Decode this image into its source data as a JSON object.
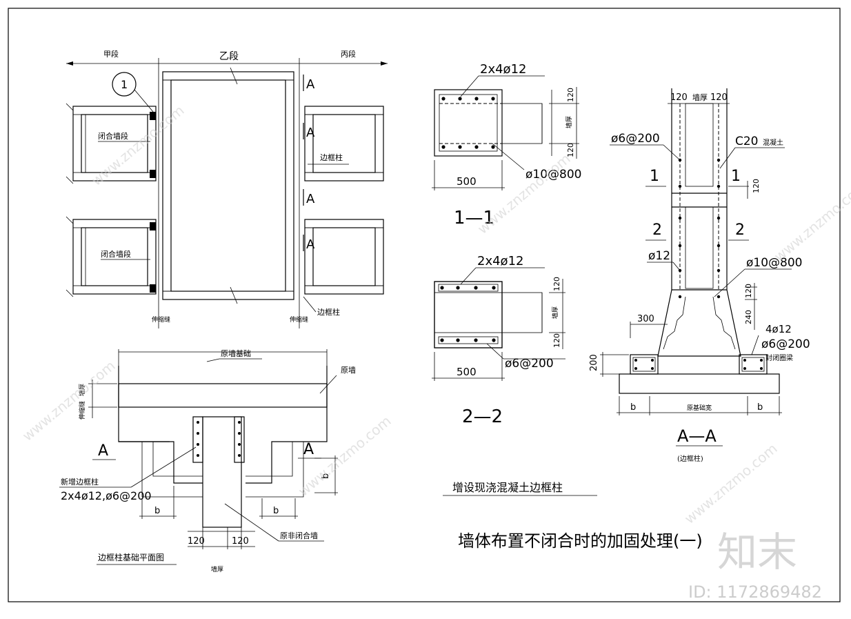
{
  "plan": {
    "seg_a": "甲段",
    "seg_b": "乙段",
    "seg_c": "丙段",
    "circle_no": "1",
    "closed_wall_1": "闭合墙段",
    "closed_wall_2": "闭合墙段",
    "edge_col_1": "边框柱",
    "edge_col_2": "边框柱",
    "joint_1": "伸缩缝",
    "joint_2": "伸缩缝",
    "sec_a": "A"
  },
  "sec11": {
    "rebar": "2x4ø12",
    "dim_120a": "120",
    "dim_120b": "120",
    "wall_thk": "墙厚",
    "stirrup": "ø10@800",
    "width": "500",
    "title": "1—1"
  },
  "sec22": {
    "rebar": "2x4ø12",
    "dim_120a": "120",
    "dim_120b": "120",
    "wall_thk": "墙厚",
    "stirrup": "ø6@200",
    "width": "500",
    "title": "2—2"
  },
  "secAA": {
    "dim_120l": "120",
    "wall_thk": "墙厚",
    "dim_120r": "120",
    "stirrup": "ø6@200",
    "concrete": "C20",
    "concrete_unit": "混凝土",
    "cut1": "1",
    "cut2": "2",
    "bar": "ø12",
    "tie": "ø10@800",
    "d120a": "120",
    "d120b": "120",
    "d240": "240",
    "d300": "300",
    "ring_bar": "4ø12",
    "ring_stirrup": "ø6@200",
    "ring_beam": "封闭圈梁",
    "d200": "200",
    "b1": "b",
    "b2": "b",
    "orig_width": "原基础宽",
    "title": "A—A",
    "subtitle": "(边框柱)"
  },
  "found": {
    "orig_found": "原墙基础",
    "orig_wall": "原墙",
    "wall_thk": "墙厚",
    "joint": "伸缩缝",
    "sec_a1": "A",
    "sec_a2": "A",
    "new_col": "新增边框柱",
    "new_col_spec": "2x4ø12,ø6@200",
    "b1": "b",
    "b2": "b",
    "b3": "b",
    "d120a": "120",
    "d120b": "120",
    "orig_unclosed": "原非闭合墙",
    "title": "边框柱基础平面图",
    "bottom_thk": "墙厚"
  },
  "captions": {
    "sub_title": "增设现浇混凝土边框柱",
    "main_title": "墙体布置不闭合时的加固处理(一)"
  },
  "watermark": {
    "brand": "知末",
    "id": "ID: 1172869482",
    "site": "www.znzmo.com"
  }
}
